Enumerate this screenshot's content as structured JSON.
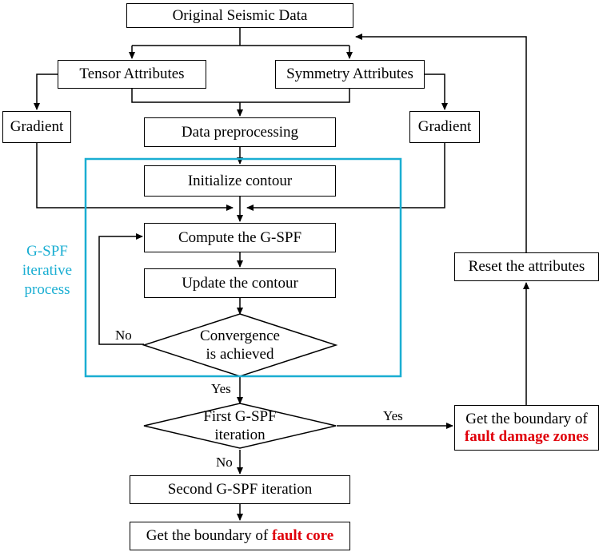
{
  "nodes": {
    "original": "Original Seismic Data",
    "tensor": "Tensor Attributes",
    "symmetry": "Symmetry Attributes",
    "gradient_left": "Gradient",
    "gradient_right": "Gradient",
    "preprocessing": "Data preprocessing",
    "initialize": "Initialize contour",
    "compute": "Compute the G-SPF",
    "update": "Update the contour",
    "convergence_line1": "Convergence",
    "convergence_line2": "is achieved",
    "first_line1": "First G-SPF",
    "first_line2": "iteration",
    "second": "Second G-SPF iteration",
    "fault_core_prefix": "Get the boundary of",
    "fault_core_emphasis": "fault core",
    "damage_line1": "Get the boundary of",
    "damage_emphasis": "fault damage zones",
    "reset": "Reset the attributes"
  },
  "labels": {
    "no_convergence": "No",
    "yes_convergence": "Yes",
    "yes_first": "Yes",
    "no_first": "No"
  },
  "region": {
    "line1": "G-SPF",
    "line2": "iterative",
    "line3": "process"
  },
  "colors": {
    "region_border": "#1aaed2",
    "emphasis": "#e0000b"
  }
}
